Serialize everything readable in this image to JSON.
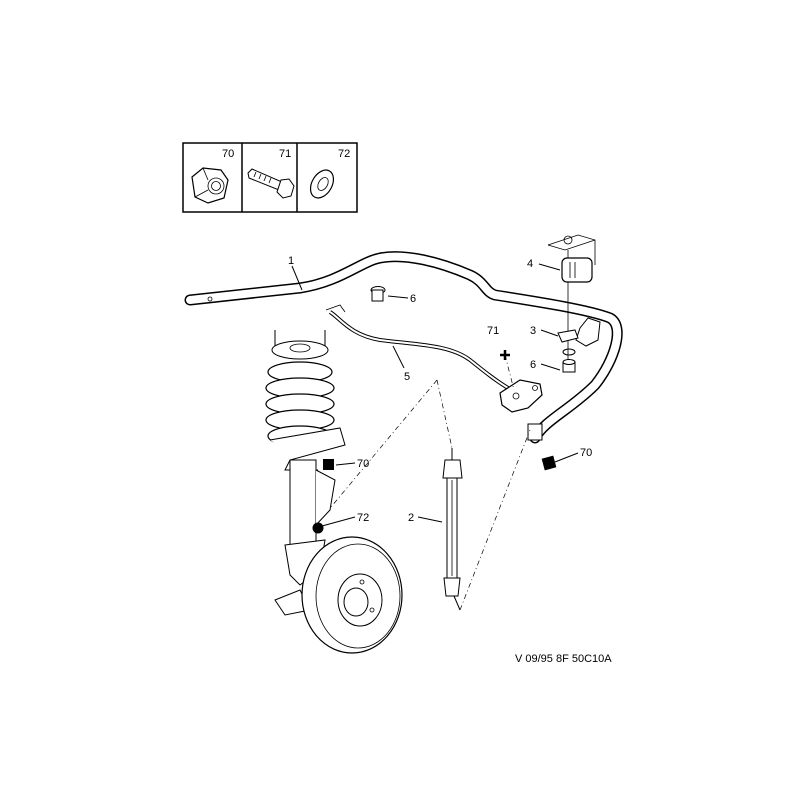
{
  "diagram": {
    "type": "exploded parts diagram - front anti-roll bar",
    "reference_code": "V 09/95 8F 50C10A",
    "inset_hardware": [
      {
        "ref": "70",
        "part": "nut-icon"
      },
      {
        "ref": "71",
        "part": "bolt-icon"
      },
      {
        "ref": "72",
        "part": "washer-icon"
      }
    ],
    "callouts": {
      "bar": "1",
      "link_rod": "2",
      "clamp": "3",
      "bush": "4",
      "brake_pipe": "5",
      "screw_upper": "6",
      "screw_lower": "6",
      "bolt": "71",
      "nut_right": "70",
      "nut_left": "70",
      "washer": "72"
    }
  }
}
